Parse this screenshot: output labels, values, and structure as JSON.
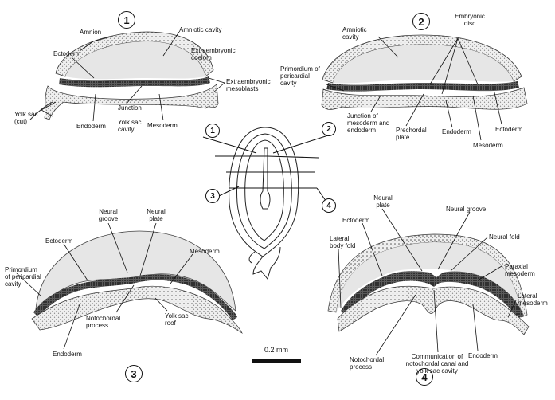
{
  "sections": {
    "s1": {
      "number": "1",
      "labels": {
        "amnion": "Amnion",
        "amniotic_cavity": "Amniotic cavity",
        "ectoderm": "Ectoderm",
        "extraembryonic_coelom": "Extraembryonic\ncoelom",
        "extraembryonic_mesoblasts": "Extraembryonic\nmesoblasts",
        "yolk_sac_cut": "Yolk sac\n(cut)",
        "junction": "Junction",
        "yolk_sac_cavity": "Yolk sac\ncavity",
        "endoderm": "Endoderm",
        "mesoderm": "Mesoderm"
      }
    },
    "s2": {
      "number": "2",
      "labels": {
        "amniotic_cavity": "Amniotic\ncavity",
        "embryonic_disc": "Embryonic\ndisc",
        "primordium_pericardial": "Primordium of\npericardial\ncavity",
        "junction_mesoderm_endoderm": "Junction of\nmesoderm and\nendoderm",
        "prechordal_plate": "Prechordal\nplate",
        "endoderm": "Endoderm",
        "mesoderm": "Mesoderm",
        "ectoderm": "Ectoderm"
      }
    },
    "s3": {
      "number": "3",
      "labels": {
        "neural_groove": "Neural\ngroove",
        "neural_plate": "Neural\nplate",
        "ectoderm": "Ectoderm",
        "mesoderm": "Mesoderm",
        "primordium_pericardial": "Primordium\nof pericardial\ncavity",
        "notochordal_process": "Notochordal\nprocess",
        "yolk_sac_roof": "Yolk sac\nroof",
        "endoderm": "Endoderm"
      }
    },
    "s4": {
      "number": "4",
      "labels": {
        "neural_plate": "Neural\nplate",
        "neural_groove": "Neural groove",
        "ectoderm": "Ectoderm",
        "lateral_body_fold": "Lateral\nbody fold",
        "neural_fold": "Neural fold",
        "paraxial_mesoderm": "Paraxial\nmesoderm",
        "lateral_mesoderm": "Lateral\nmesoderm",
        "notochordal_process": "Notochordal\nprocess",
        "communication": "Communication of\nnotochordal canal and\nyolk sac cavity",
        "endoderm": "Endoderm"
      }
    }
  },
  "center_markers": [
    "1",
    "2",
    "3",
    "4"
  ],
  "scale_bar": {
    "label": "0.2 mm"
  }
}
